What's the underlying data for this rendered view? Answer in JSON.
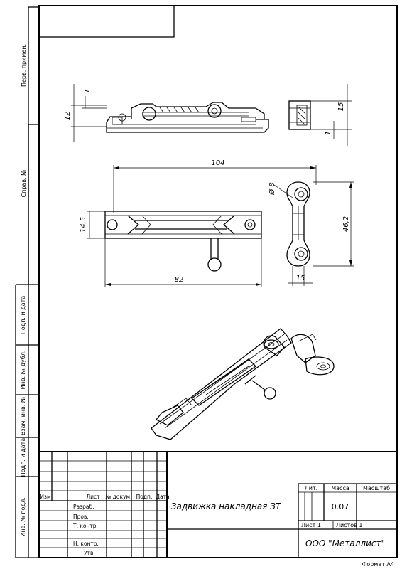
{
  "side_stamp": {
    "perv_primen": "Перв. примен.",
    "sprav_no": "Справ. №",
    "podp_data_1": "Подп. и дата",
    "inv_dubl": "Инв. № дубл.",
    "vzam_inv": "Взам. инв. №",
    "podp_data_2": "Подп. и дата",
    "inv_podl": "Инв. № подл."
  },
  "dimensions": {
    "d_1_top": "1",
    "d_12": "12",
    "d_15_right": "15",
    "d_1_bottom": "1",
    "d_104": "104",
    "d_phi8": "Ø 8",
    "d_14_5": "14,5",
    "d_46_2": "46,2",
    "d_82": "82",
    "d_15_bottom": "15"
  },
  "title_block": {
    "col_izm": "Изм",
    "col_list": "Лист",
    "col_doc": "№ докум.",
    "col_podp": "Подп.",
    "col_data": "Дата",
    "row_razrab": "Разраб.",
    "row_prov": "Пров.",
    "row_tkontr": "Т. контр.",
    "row_nkontr": "Н. контр.",
    "row_utv": "Утв.",
    "title": "Задвижка накладная ЗТ",
    "lit": "Лит.",
    "massa": "Масса",
    "masshtab": "Масштаб",
    "mass_value": "0.07",
    "sheet": "Лист 1",
    "sheets": "Листов 1",
    "company": "ООО \"Металлист\""
  },
  "format": "Формат А4"
}
